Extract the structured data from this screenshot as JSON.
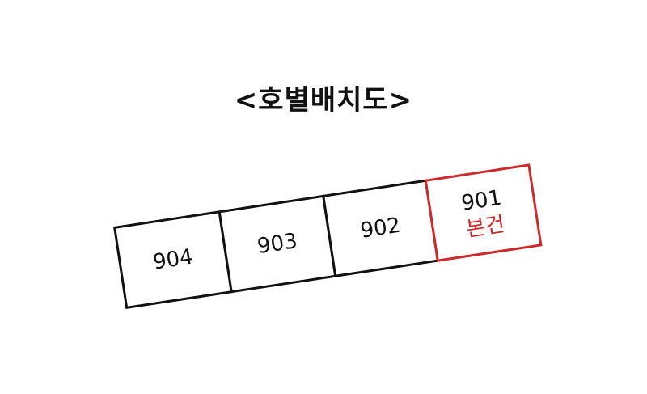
{
  "title": "<호별배치도>",
  "units": [
    {
      "number": "904",
      "note": ""
    },
    {
      "number": "903",
      "note": ""
    },
    {
      "number": "902",
      "note": ""
    },
    {
      "number": "901",
      "note": "본건",
      "highlight": true
    }
  ],
  "colors": {
    "line": "#111111",
    "highlight": "#cc2a2a"
  }
}
